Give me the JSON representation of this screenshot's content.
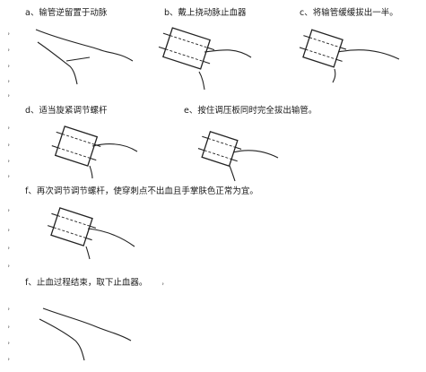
{
  "steps": {
    "a": "a、输管逆留置于动脉",
    "b": "b、戴上挠动脉止血器",
    "c": "c、将输管缓缓拔出一半。",
    "d": "d、适当旋紧调节螺杆",
    "e": "e、按住调压板同时完全拔出输管。",
    "f1": "f、再次调节调节螺杆，使穿刺点不出血且手掌肤色正常为宜。",
    "f2": "f、止血过程结束，取下止血器。"
  },
  "marks": {
    "comma": "，"
  },
  "colors": {
    "line": "#222222",
    "background": "#ffffff",
    "text": "#1a1a1a"
  }
}
